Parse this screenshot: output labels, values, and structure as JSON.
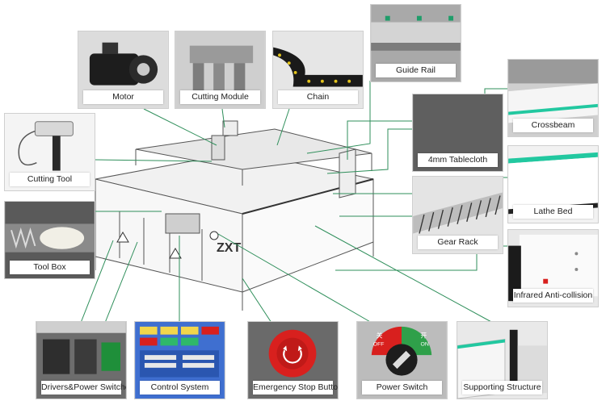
{
  "labels": {
    "motor": "Motor",
    "cutting_module": "Cutting Module",
    "chain": "Chain",
    "guide_rail": "Guide Rail",
    "crossbeam": "Crossbeam",
    "tablecloth": "4mm Tablecloth",
    "lathe_bed": "Lathe Bed",
    "gear_rack": "Gear Rack",
    "infrared": "Infrared Anti-collision",
    "cutting_tool": "Cutting Tool",
    "tool_box": "Tool Box",
    "drivers": "Drivers&Power Switches",
    "control_system": "Control System",
    "emergency_stop": "Emergency Stop Button",
    "power_switch": "Power Switch",
    "supporting_structure": "Supporting Structure"
  },
  "logo": "ZXT",
  "power_switch_marks": {
    "off_cn": "关",
    "off": "OFF",
    "on_cn": "开",
    "on": "ON"
  },
  "colors": {
    "leader": "#2f8f5b",
    "accent": "#22c8a0",
    "red": "#d8201e"
  }
}
